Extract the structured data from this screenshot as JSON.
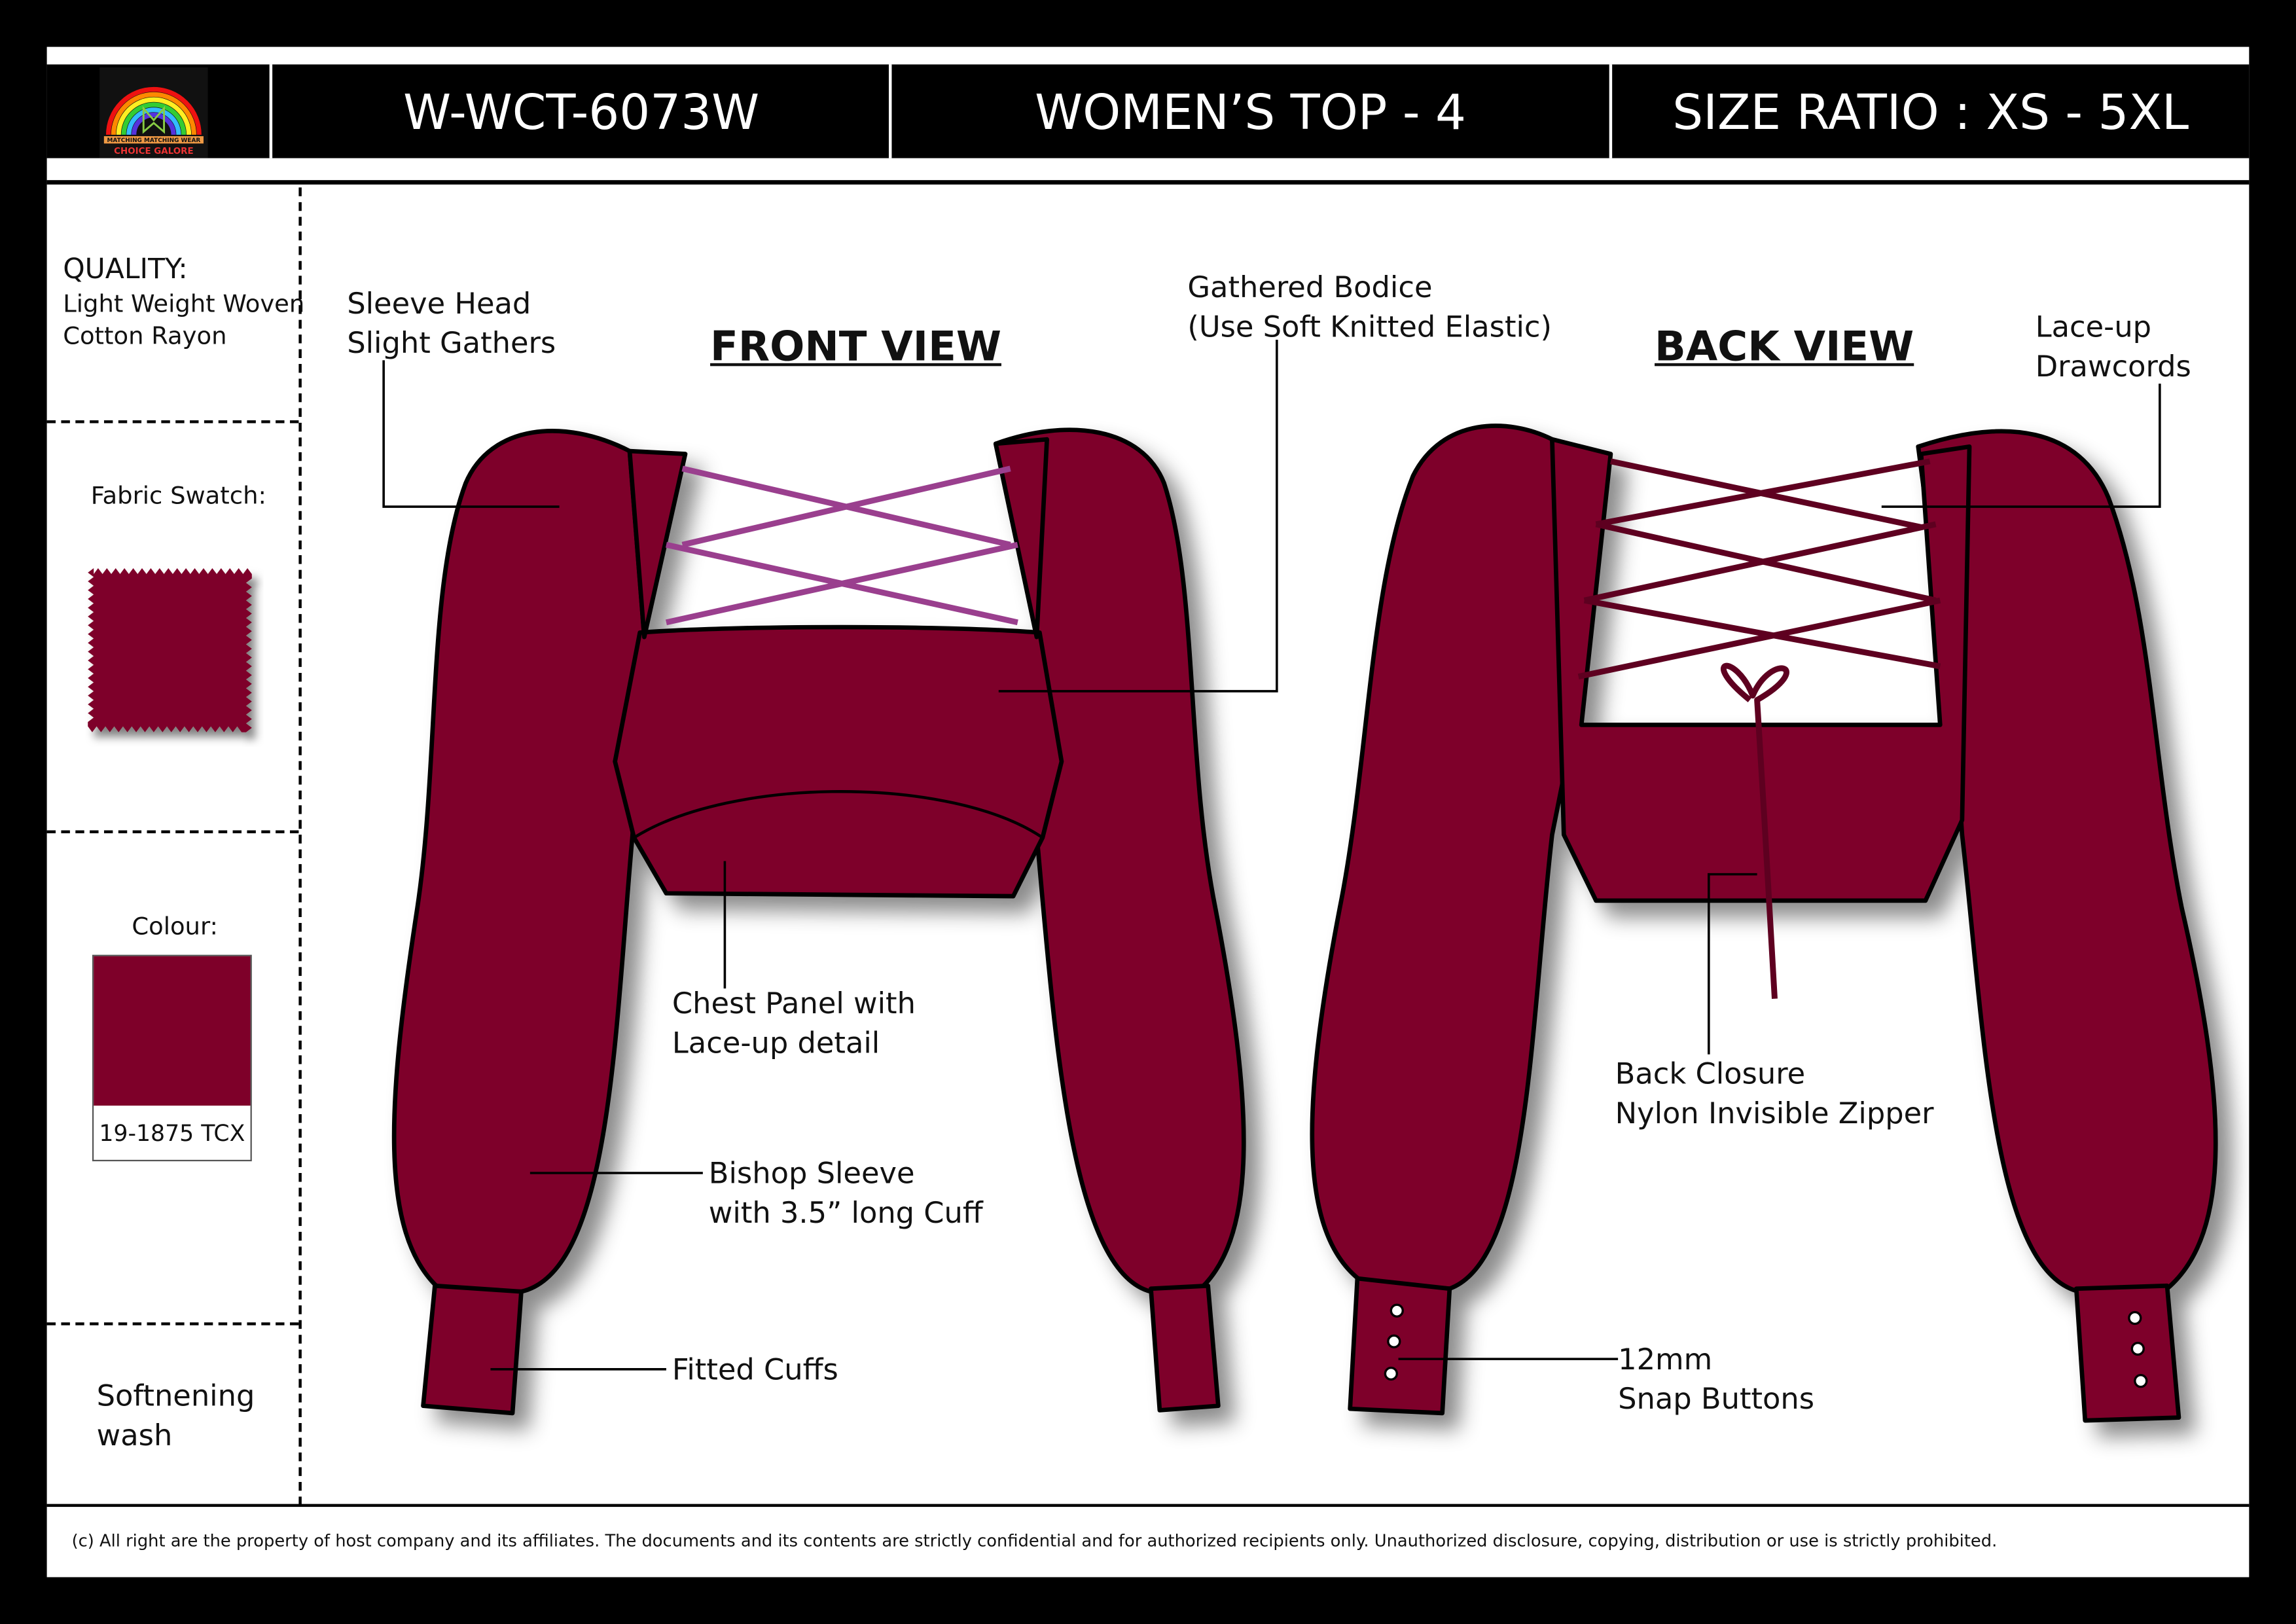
{
  "header": {
    "logo": {
      "line1": "MATCHING MATCHING WEAR",
      "line2": "CHOICE GALORE"
    },
    "style_code": "W-WCT-6073W",
    "style_name": "WOMEN’S TOP - 4",
    "size_ratio": "SIZE RATIO : XS - 5XL"
  },
  "sidebar": {
    "quality_title": "QUALITY:",
    "quality_line1": "Light Weight Woven",
    "quality_line2": "Cotton Rayon",
    "swatch_label": "Fabric Swatch:",
    "colour_label": "Colour:",
    "colour_code": "19-1875  TCX",
    "wash_line1": "Softnening",
    "wash_line2": "wash"
  },
  "colors": {
    "garment": "#7e0029",
    "front_lace": "#9a3f8e",
    "back_lace": "#5e0020"
  },
  "views": {
    "front": "FRONT VIEW",
    "back": "BACK VIEW"
  },
  "callouts": {
    "sleeve_head_1": "Sleeve Head",
    "sleeve_head_2": "Slight Gathers",
    "bodice_1": "Gathered Bodice",
    "bodice_2": "(Use Soft Knitted Elastic)",
    "lace_1": "Lace-up",
    "lace_2": "Drawcords",
    "chest_1": "Chest Panel with",
    "chest_2": "Lace-up detail",
    "bishop_1": "Bishop Sleeve",
    "bishop_2": "with 3.5” long Cuff",
    "cuffs": "Fitted Cuffs",
    "closure_1": "Back Closure",
    "closure_2": "Nylon Invisible Zipper",
    "snap_1": "12mm",
    "snap_2": "Snap Buttons"
  },
  "footer": "(c) All right are the property of host company and its affiliates. The documents and its contents are strictly confidential and for authorized recipients only. Unauthorized disclosure, copying, distribution or use is strictly prohibited."
}
